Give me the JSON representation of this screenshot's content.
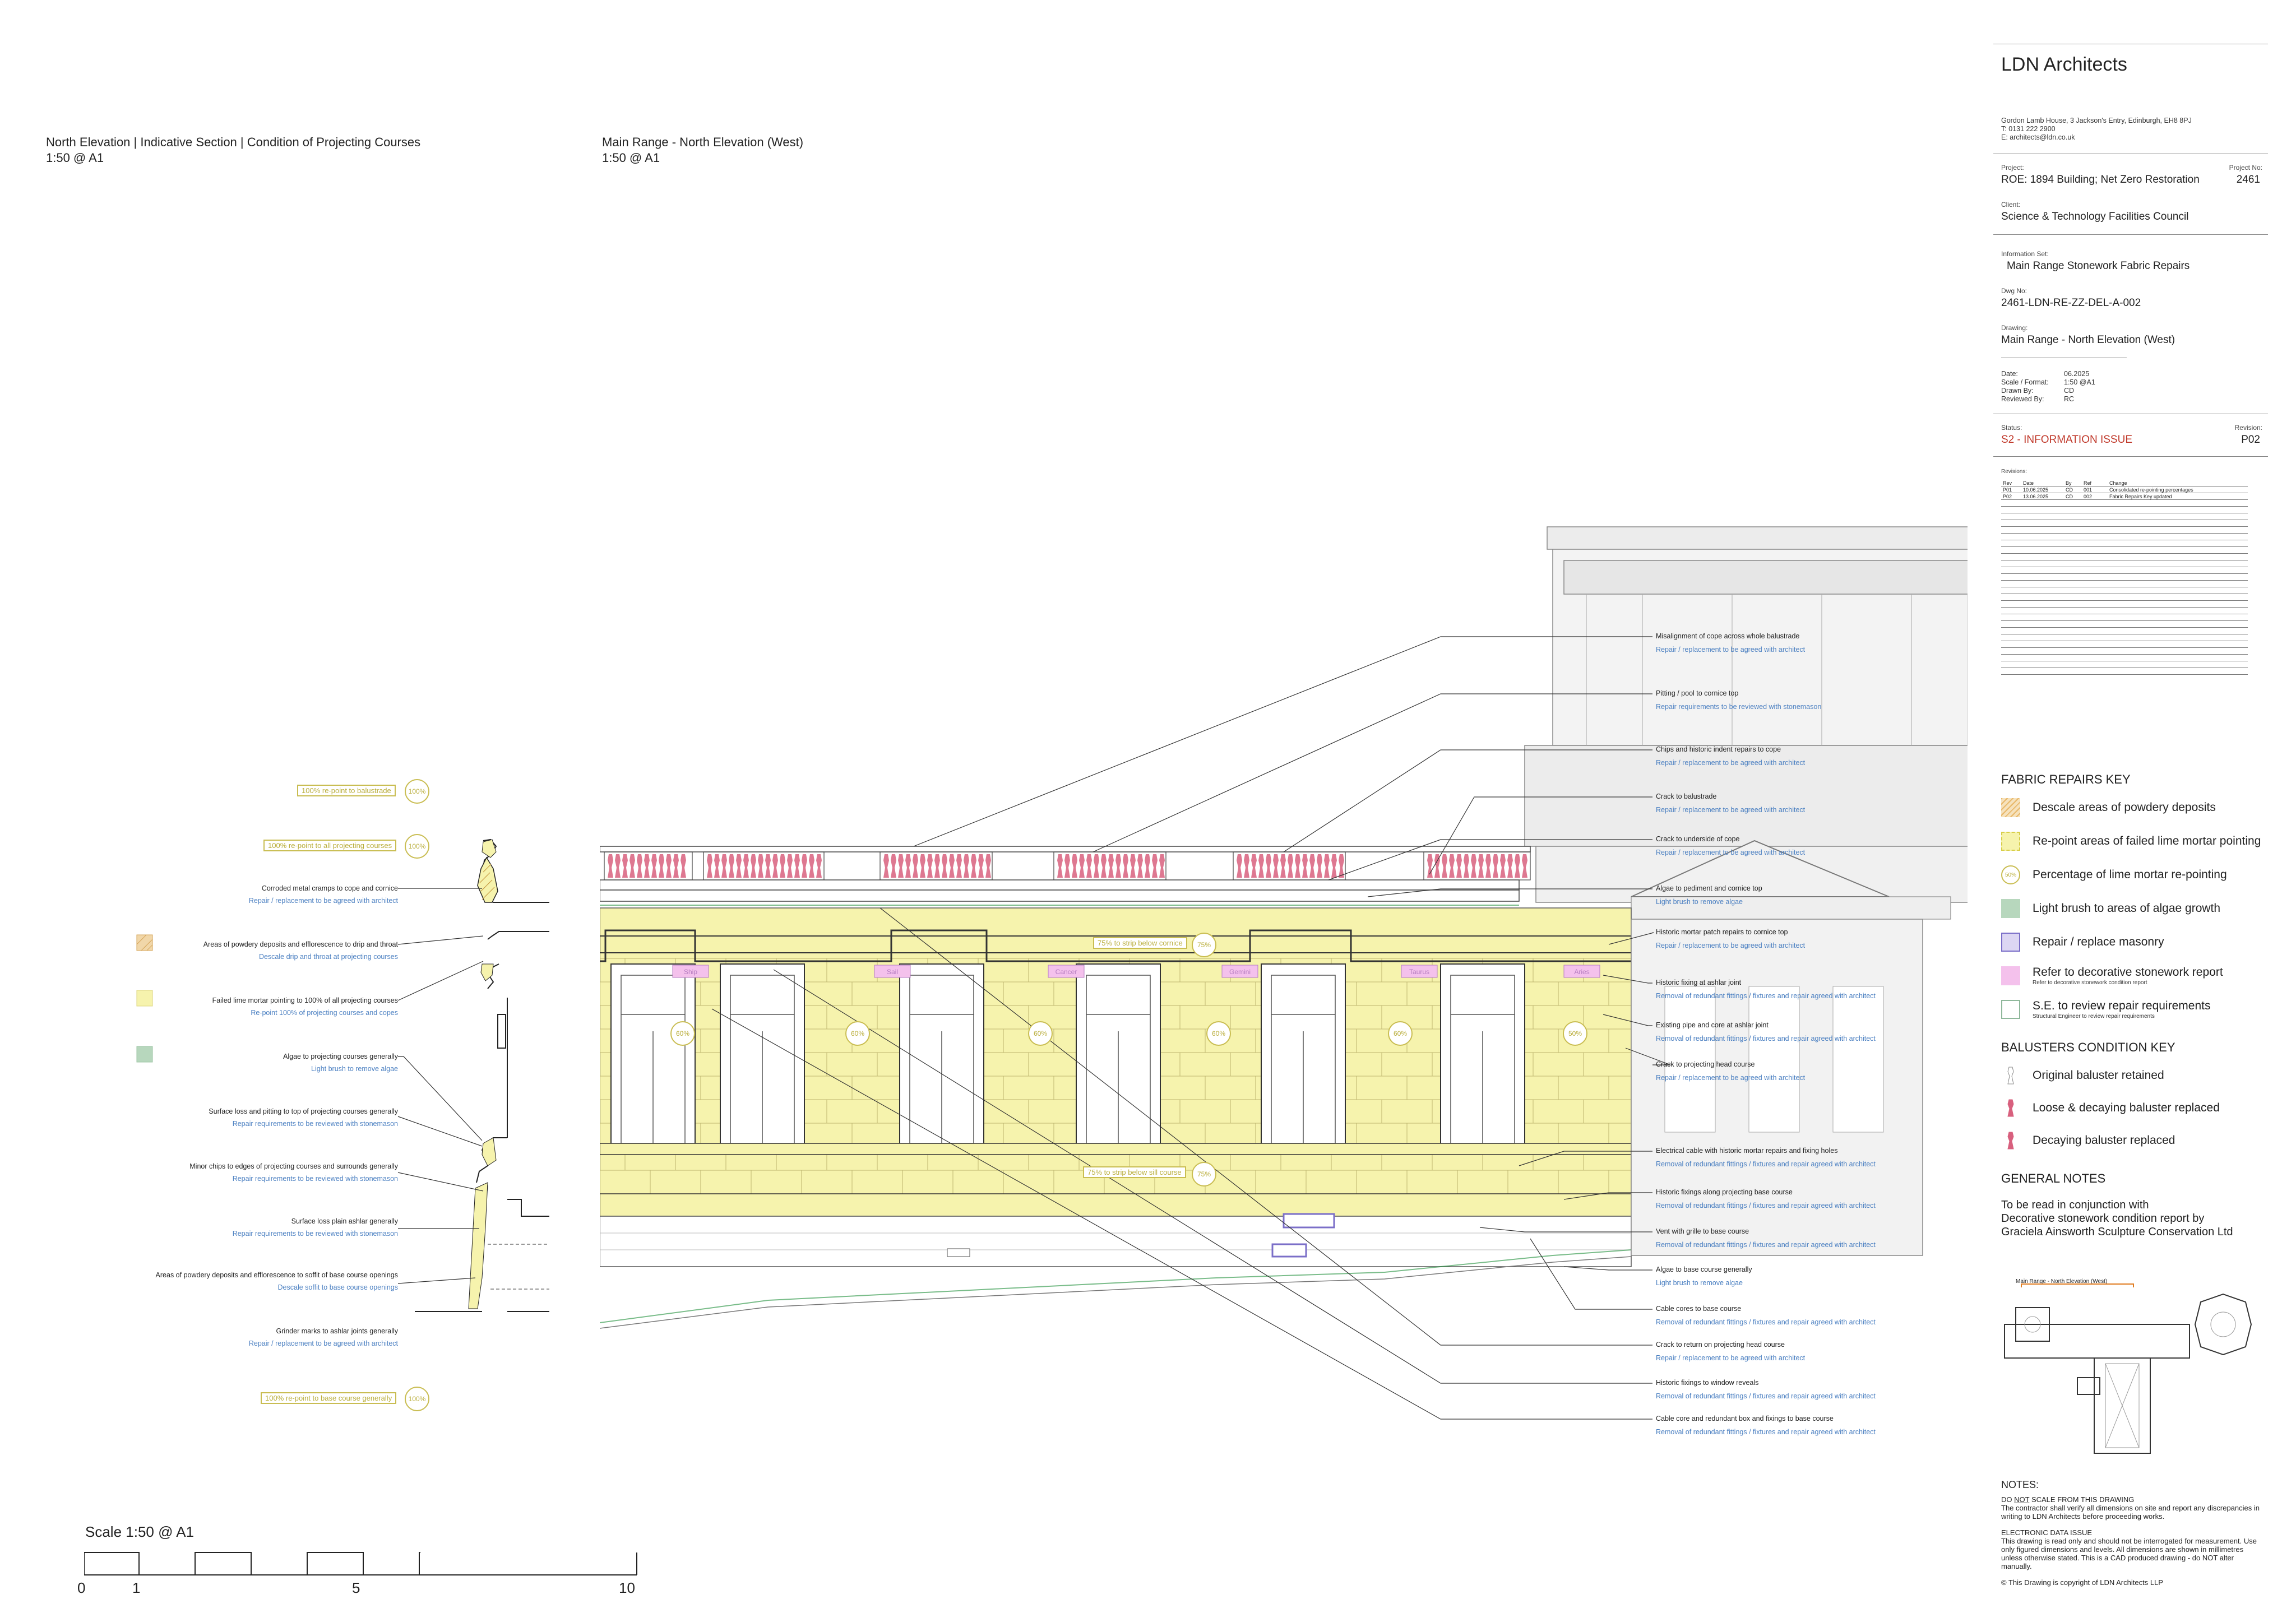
{
  "titles": {
    "section_title": "North Elevation | Indicative Section | Condition of Projecting Courses",
    "section_scale": "1:50 @ A1",
    "elev_title": "Main Range - North Elevation (West)",
    "elev_scale": "1:50 @ A1"
  },
  "section_tags": [
    {
      "text": "100% re-point to balustrade",
      "pct": "100%"
    },
    {
      "text": "100% re-point to all projecting courses",
      "pct": "100%"
    },
    {
      "text": "100% re-point to base course generally",
      "pct": "100%"
    }
  ],
  "section_notes": [
    {
      "a": "Corroded metal cramps to cope and cornice",
      "b": "Repair / replacement to be agreed with architect"
    },
    {
      "a": "Areas of powdery deposits and efflorescence to drip and throat",
      "b": "Descale drip and throat at projecting courses"
    },
    {
      "a": "Failed lime mortar pointing to 100% of all projecting courses",
      "b": "Re-point 100% of projecting courses and copes"
    },
    {
      "a": "Algae to projecting courses generally",
      "b": "Light brush to remove algae"
    },
    {
      "a": "Surface loss and pitting to top of projecting courses generally",
      "b": "Repair requirements to be reviewed with stonemason"
    },
    {
      "a": "Minor chips to edges of projecting courses and surrounds generally",
      "b": "Repair requirements to be reviewed with stonemason"
    },
    {
      "a": "Surface loss plain ashlar generally",
      "b": "Repair requirements to be reviewed with stonemason"
    },
    {
      "a": "Areas of powdery deposits and efflorescence to soffit of base course openings",
      "b": "Descale soffit to base course openings"
    },
    {
      "a": "Grinder marks to ashlar joints generally",
      "b": "Repair / replacement to be agreed with architect"
    }
  ],
  "elevation_notes": [
    {
      "a": "Misalignment of cope across whole balustrade",
      "b": "Repair / replacement to be agreed with architect"
    },
    {
      "a": "Pitting / pool to cornice top",
      "b": "Repair requirements to be reviewed with stonemason"
    },
    {
      "a": "Chips and historic indent repairs to cope",
      "b": "Repair / replacement to be agreed with architect"
    },
    {
      "a": "Crack to balustrade",
      "b": "Repair / replacement to be agreed with architect"
    },
    {
      "a": "Crack to underside of cope",
      "b": "Repair / replacement to be agreed with architect"
    },
    {
      "a": "Algae to pediment and cornice top",
      "b": "Light brush to remove algae"
    },
    {
      "a": "Historic mortar patch repairs to cornice top",
      "b": "Repair / replacement to be agreed with architect"
    },
    {
      "a": "Historic fixing at ashlar joint",
      "b": "Removal of redundant fittings / fixtures and repair agreed with architect"
    },
    {
      "a": "Existing pipe and core at ashlar joint",
      "b": "Removal of redundant fittings / fixtures and repair agreed with architect"
    },
    {
      "a": "Crack to projecting head course",
      "b": "Repair / replacement to be agreed with architect"
    },
    {
      "a": "Electrical cable with historic mortar repairs and fixing holes",
      "b": "Removal of redundant fittings / fixtures and repair agreed with architect"
    },
    {
      "a": "Historic fixings along projecting base course",
      "b": "Removal of redundant fittings / fixtures and repair agreed with architect"
    },
    {
      "a": "Vent with grille to base course",
      "b": "Removal of redundant fittings / fixtures and repair agreed with architect"
    },
    {
      "a": "Algae to base course generally",
      "b": "Light brush to remove algae"
    },
    {
      "a": "Cable cores to base course",
      "b": "Removal of redundant fittings / fixtures and repair agreed with architect"
    },
    {
      "a": "Crack to return on projecting head course",
      "b": "Repair / replacement to be agreed with architect"
    },
    {
      "a": "Historic fixings to window reveals",
      "b": "Removal of redundant fittings / fixtures and repair agreed with architect"
    },
    {
      "a": "Cable core and redundant box and fixings to base course",
      "b": "Removal of redundant fittings / fixtures and repair agreed with architect"
    }
  ],
  "elevation_tags": [
    {
      "text": "75% to strip below cornice",
      "pct": "75%"
    },
    {
      "text": "75% to strip below sill course",
      "pct": "75%"
    }
  ],
  "elevation_pcts": [
    "60%",
    "60%",
    "60%",
    "60%",
    "60%",
    "50%"
  ],
  "decorative_labels": [
    "Ship",
    "Sail",
    "Cancer",
    "Gemini",
    "Taurus",
    "Aries"
  ],
  "scale_bar": {
    "label": "Scale 1:50 @ A1",
    "t0": "0",
    "t1": "1",
    "t5": "5",
    "t10": "10"
  },
  "title_block": {
    "firm": "LDN Architects",
    "address": "Gordon Lamb House, 3 Jackson's Entry, Edinburgh, EH8 8PJ",
    "tel": "T: 0131 222 2900",
    "email": "E: architects@ldn.co.uk",
    "project_label": "Project:",
    "project": "ROE: 1894 Building; Net Zero Restoration",
    "project_no_label": "Project No:",
    "project_no": "2461",
    "client_label": "Client:",
    "client": "Science & Technology Facilities Council",
    "info_set_label": "Information Set:",
    "info_set": "Main Range Stonework Fabric Repairs",
    "dwg_no_label": "Dwg No:",
    "dwg_no": "2461-LDN-RE-ZZ-DEL-A-002",
    "drawing_label": "Drawing:",
    "drawing": "Main Range - North Elevation (West)",
    "date_label": "Date:",
    "date": "06.2025",
    "scale_label": "Scale / Format:",
    "scale": "1:50 @A1",
    "drawn_label": "Drawn By:",
    "drawn": "CD",
    "reviewed_label": "Reviewed By:",
    "reviewed": "RC",
    "status_label": "Status:",
    "status": "S2 - INFORMATION ISSUE",
    "revision_label": "Revision:",
    "revision": "P02",
    "revisions_label": "Revisions:",
    "rev_headers": [
      "Rev",
      "Date",
      "By",
      "Ref",
      "Change"
    ],
    "rev_rows": [
      [
        "P01",
        "10.06.2025",
        "CD",
        "001",
        "Consolidated re-pointing percentages"
      ],
      [
        "P02",
        "13.06.2025",
        "CD",
        "002",
        "Fabric Repairs Key updated"
      ]
    ]
  },
  "fabric_key": {
    "heading": "FABRIC REPAIRS KEY",
    "items": [
      {
        "label": "Descale areas of powdery deposits",
        "sub": ""
      },
      {
        "label": "Re-point areas of failed lime mortar pointing",
        "sub": ""
      },
      {
        "label": "Percentage of lime mortar re-pointing",
        "sub": "",
        "pct": "50%"
      },
      {
        "label": "Light brush to areas of algae growth",
        "sub": ""
      },
      {
        "label": "Repair / replace masonry",
        "sub": ""
      },
      {
        "label": "Refer to decorative stonework report",
        "sub": "Refer to decorative stonework condition report"
      },
      {
        "label": "S.E. to review repair requirements",
        "sub": "Structural Engineer to review repair requirements"
      }
    ]
  },
  "baluster_key": {
    "heading": "BALUSTERS CONDITION KEY",
    "items": [
      "Original baluster retained",
      "Loose & decaying baluster replaced",
      "Decaying baluster replaced"
    ]
  },
  "general_notes": {
    "heading": "GENERAL NOTES",
    "lines": [
      "To be read in conjunction with",
      "Decorative stonework condition report by",
      "Graciela Ainsworth Sculpture Conservation Ltd"
    ]
  },
  "key_plan_label": "Main Range - North Elevation (West)",
  "notes": {
    "heading": "NOTES:",
    "p1a": "DO ",
    "p1u": "NOT",
    "p1b": " SCALE FROM THIS DRAWING",
    "p2": "The contractor shall verify all dimensions on site and report any discrepancies in writing to LDN Architects before proceeding works.",
    "p3": "ELECTRONIC DATA ISSUE",
    "p4": "This drawing is read only and should not be interrogated for measurement. Use only figured dimensions and levels. All dimensions are shown in millimetres unless otherwise stated. This is a CAD produced drawing - do NOT alter manually.",
    "p5": "© This Drawing is copyright of LDN Architects LLP"
  },
  "colors": {
    "mortar": "#f6f3ad",
    "algae": "#b7d7bd",
    "descale": "#e8b86a",
    "repair": "#7b6fc8",
    "decor": "#f4c1ec",
    "se": "#8fb89b",
    "baluster": "#d8607e",
    "status": "#c0392b",
    "blue_text": "#4a7fc1"
  }
}
